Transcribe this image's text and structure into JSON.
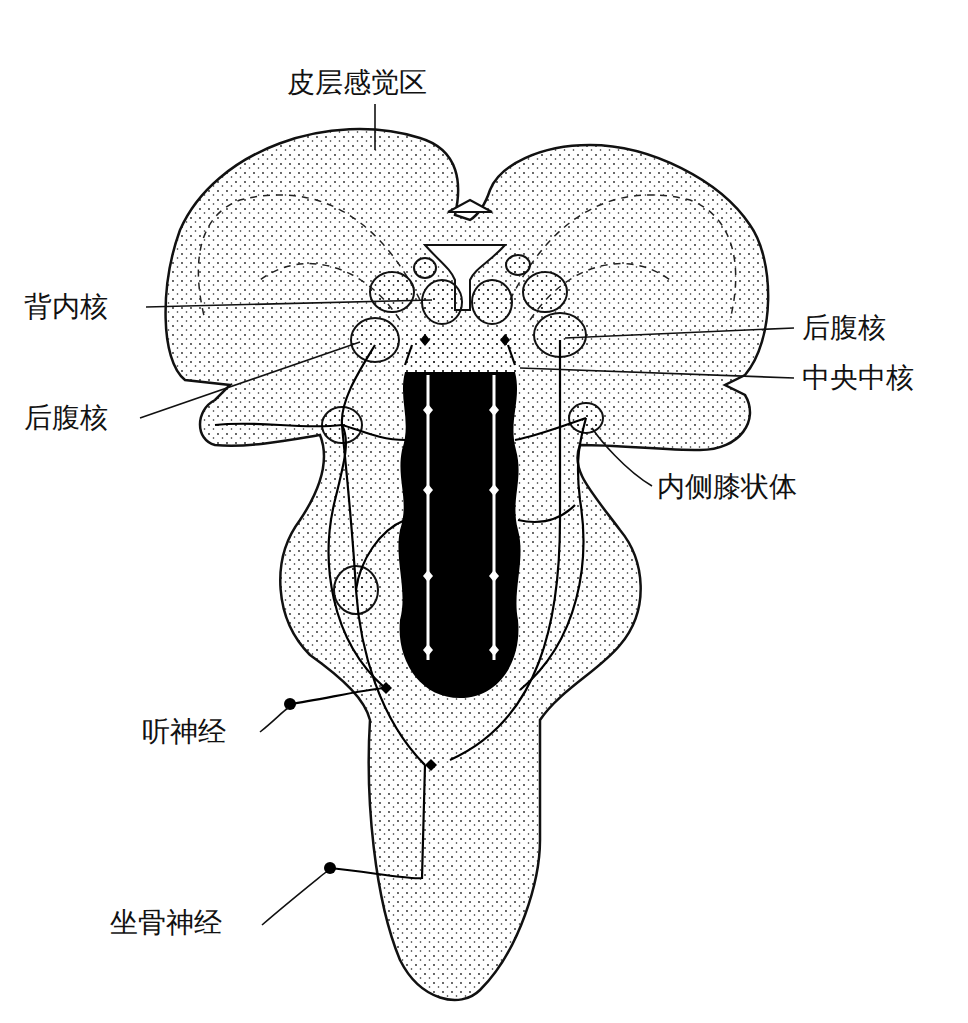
{
  "diagram": {
    "labels": [
      "皮层感觉区",
      "背内核",
      "后腹核",
      "后腹核",
      "中央中核",
      "内侧膝状体",
      "听神经",
      "坐骨神经"
    ]
  }
}
